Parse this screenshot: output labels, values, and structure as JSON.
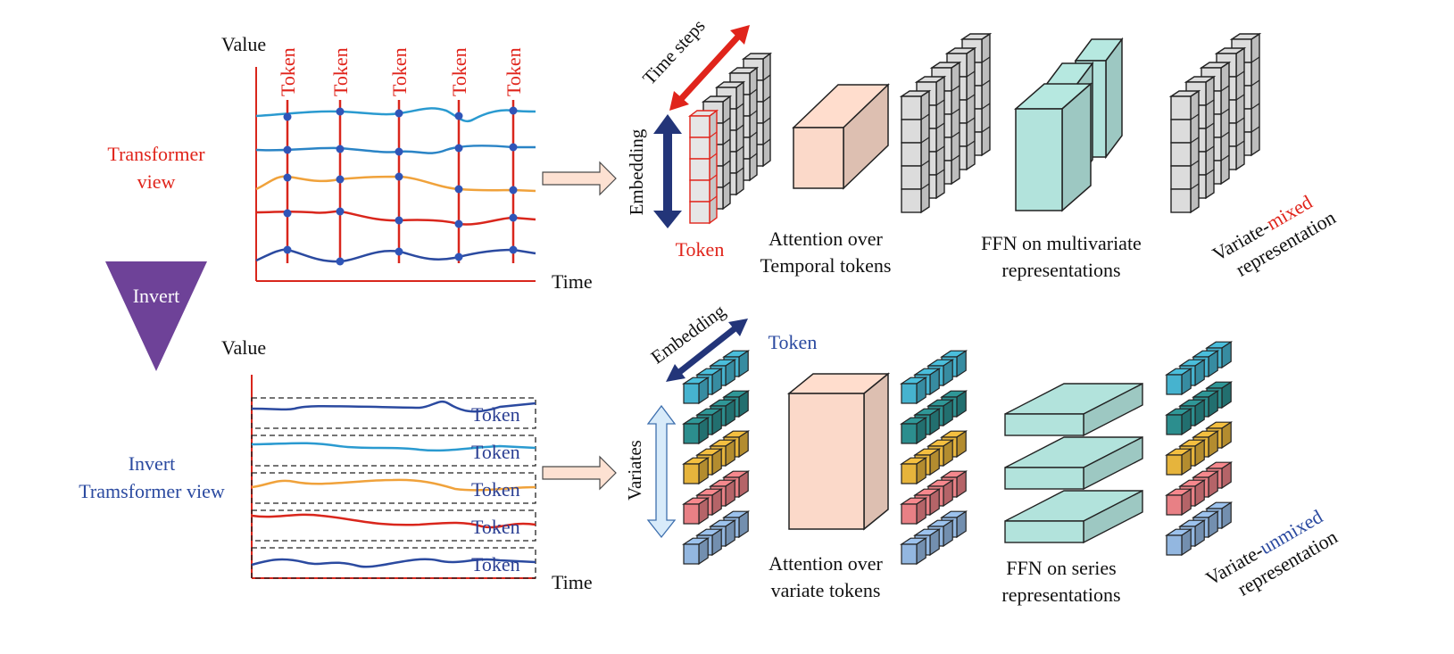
{
  "colors": {
    "red": "#e0241b",
    "navy": "#2b3f93",
    "axis_red": "#d9261c",
    "dot_blue": "#2f55b8",
    "series": [
      "#2a9ad0",
      "#2a84c6",
      "#f0a23b",
      "#d9261c",
      "#2b4aa0"
    ],
    "purple": "#6e4298",
    "peach": "#fbd9c9",
    "teal": "#b2e3dc",
    "gray_cube": "#dcdcdc",
    "cube_variates": [
      "#46b3cf",
      "#2c8e8e",
      "#e6b43c",
      "#e88085",
      "#93b7e0"
    ]
  },
  "top": {
    "view_label_line1": "Transformer",
    "view_label_line2": "view",
    "value_label": "Value",
    "time_label": "Time",
    "token_label": "Token",
    "time_steps_label": "Time steps",
    "embedding_label": "Embedding",
    "token_red_label": "Token",
    "attention_line1": "Attention over",
    "attention_line2": "Temporal tokens",
    "ffn_line1": "FFN on multivariate",
    "ffn_line2": "representations",
    "repr_prefix": "Variate-",
    "repr_highlight": "mixed",
    "repr_line2": "representation"
  },
  "invert": {
    "label": "Invert"
  },
  "bottom": {
    "view_label_line1": "Invert",
    "view_label_line2": "Tramsformer view",
    "value_label": "Value",
    "time_label": "Time",
    "token_label": "Token",
    "embedding_label": "Embedding",
    "token_blue_label": "Token",
    "variates_label": "Variates",
    "attention_line1": "Attention over",
    "attention_line2": "variate tokens",
    "ffn_line1": "FFN on series",
    "ffn_line2": "representations",
    "repr_prefix": "Variate-",
    "repr_highlight": "unmixed",
    "repr_line2": "representation"
  }
}
